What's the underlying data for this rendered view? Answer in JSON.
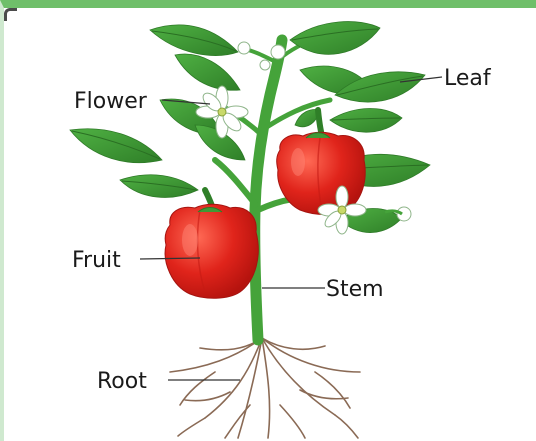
{
  "diagram": {
    "labels": {
      "flower": "Flower",
      "leaf": "Leaf",
      "fruit": "Fruit",
      "stem": "Stem",
      "root": "Root"
    }
  },
  "colors": {
    "frame_accent": "#6fbf6a",
    "leaf": "#3f9a35",
    "leaf_dark": "#2e7a27",
    "stem": "#45a33a",
    "fruit": "#e0241b",
    "fruit_highlight": "#ff5a44",
    "flower": "#ffffff",
    "root": "#8a6a55",
    "label_line": "#333333"
  }
}
